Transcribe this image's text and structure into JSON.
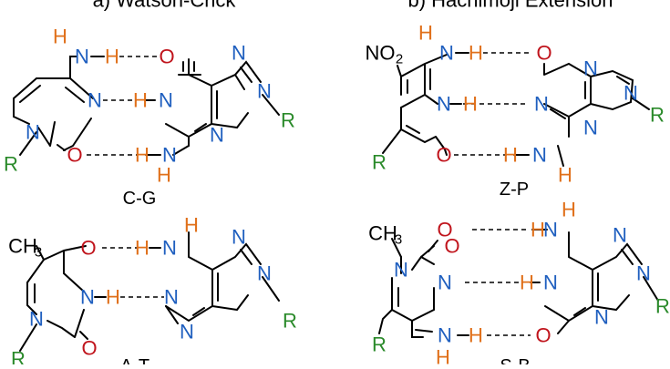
{
  "headings": {
    "left": "a) Watson-Crick",
    "right": "b) Hachimoji Extension"
  },
  "pairs": {
    "cg": "C-G",
    "at": "A-T",
    "zp": "Z-P",
    "sb": "S-B"
  },
  "atoms": {
    "N": "N",
    "H": "H",
    "O": "O",
    "R": "R",
    "NO2": "NO",
    "two": "2",
    "CH": "CH",
    "three": "3"
  },
  "colors": {
    "nitrogen": "#1f5fbf",
    "oxygen": "#c0141c",
    "hydrogen": "#e0701a",
    "r_group": "#2a8a2a",
    "bond": "#000000"
  }
}
